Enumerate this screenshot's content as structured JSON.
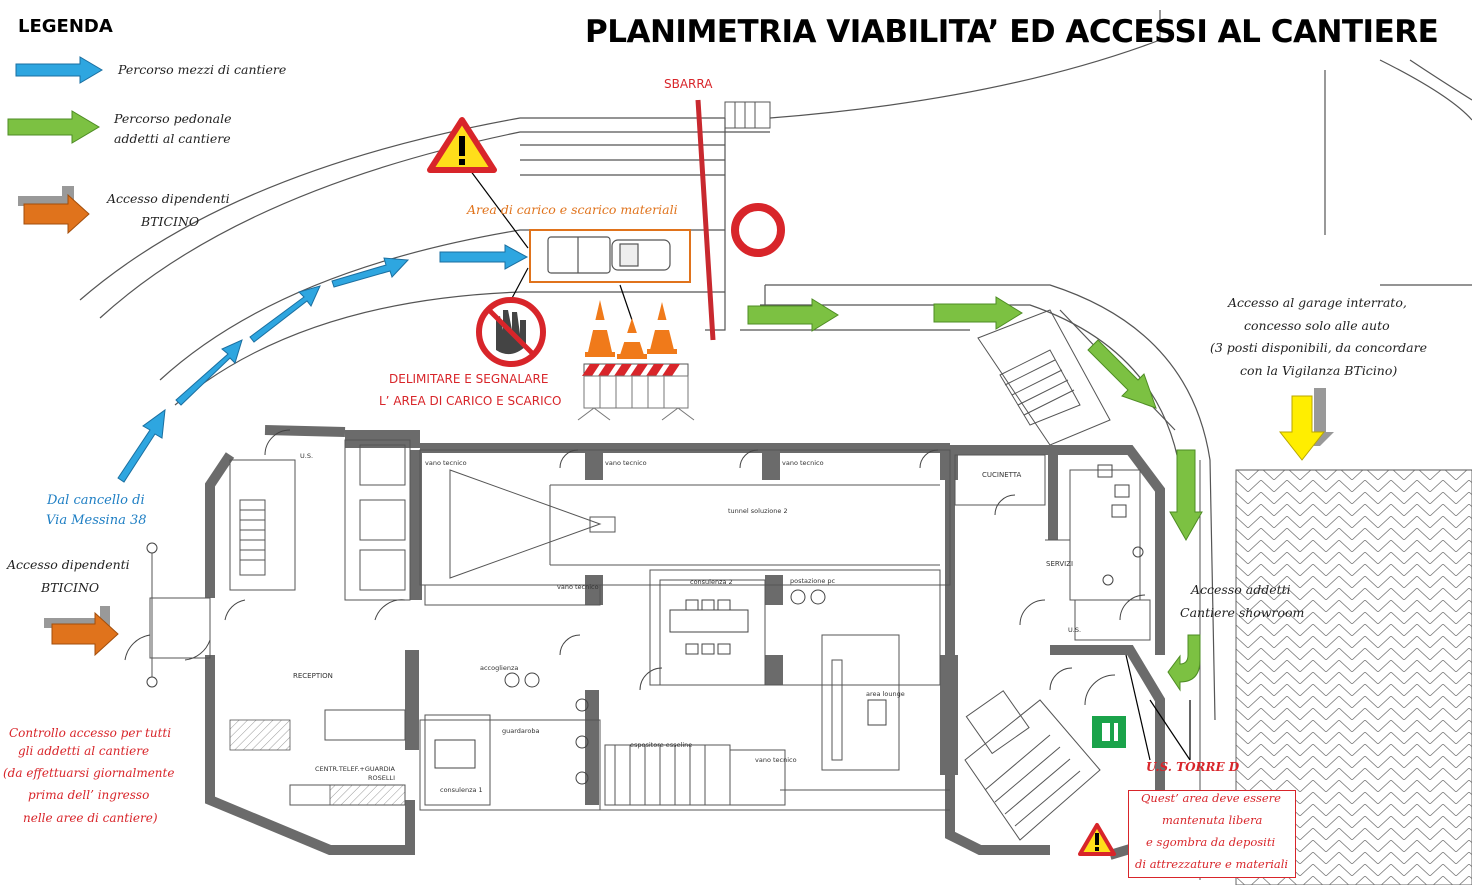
{
  "title": "PLANIMETRIA VIABILITA’ ED ACCESSI AL CANTIERE",
  "legend": {
    "title": "LEGENDA",
    "items": [
      {
        "label_lines": [
          "Percorso mezzi di cantiere"
        ],
        "color": "#2ea6e0"
      },
      {
        "label_lines": [
          "Percorso pedonale",
          "addetti al cantiere"
        ],
        "color": "#7cc142"
      },
      {
        "label_lines": [
          "Accesso dipendenti",
          "BTICINO"
        ],
        "color": "#e0731c"
      }
    ]
  },
  "labels": {
    "sbarra": "SBARRA",
    "loading_area": "Area di carico e scarico materiali",
    "delimit": [
      "DELIMITARE E SEGNALARE",
      "L’ AREA DI CARICO E SCARICO"
    ],
    "gate": [
      "Dal cancello di",
      "Via Messina 38"
    ],
    "employee_access": [
      "Accesso dipendenti",
      "BTICINO"
    ],
    "control": [
      "Controllo accesso per tutti",
      "gli addetti al cantiere",
      "(da effettuarsi giornalmente",
      "prima dell’ ingresso",
      "nelle aree di cantiere)"
    ],
    "garage": [
      "Accesso al garage interrato,",
      "concesso solo alle auto",
      "(3 posti disponibili, da concordare",
      "con la Vigilanza BTicino)"
    ],
    "worker_access": [
      "Accesso addetti",
      "Cantiere showroom"
    ],
    "torre": "U.S. TORRE D",
    "keep_free": [
      "Quest’ area deve essere",
      "mantenuta libera",
      "e sgombra da depositi",
      "di attrezzature e materiali"
    ]
  },
  "rooms": {
    "reception": "RECEPTION",
    "centralino": [
      "CENTR.TELEF.+GUARDIA",
      "ROSELLI"
    ],
    "cucinetta": "CUCINETTA",
    "servizi": "SERVIZI",
    "tunnel": "tunnel soluzione 2",
    "vano_tecnico": "vano tecnico",
    "consulenza_1": "consulenza 1",
    "consulenza_2": "consulenza 2",
    "postazione": "postazione pc",
    "area_lounge": "area lounge",
    "espositore": "espositore esseline",
    "guardaroba": "guardaroba",
    "accoglienza": "accoglienza",
    "us": "U.S."
  },
  "colors": {
    "blue_arrow": "#2ea6e0",
    "green_arrow": "#7cc142",
    "orange_arrow": "#e0731c",
    "yellow_arrow": "#ffee00",
    "red": "#d8252a",
    "wall": "#6b6b6b",
    "exit_sign": "#1aa34a"
  },
  "icons": [
    "warning-sign-icon",
    "no-entry-sign-icon",
    "no-access-hand-icon",
    "traffic-cones-icon",
    "barrier-icon",
    "truck-icon",
    "exit-sign-icon"
  ]
}
